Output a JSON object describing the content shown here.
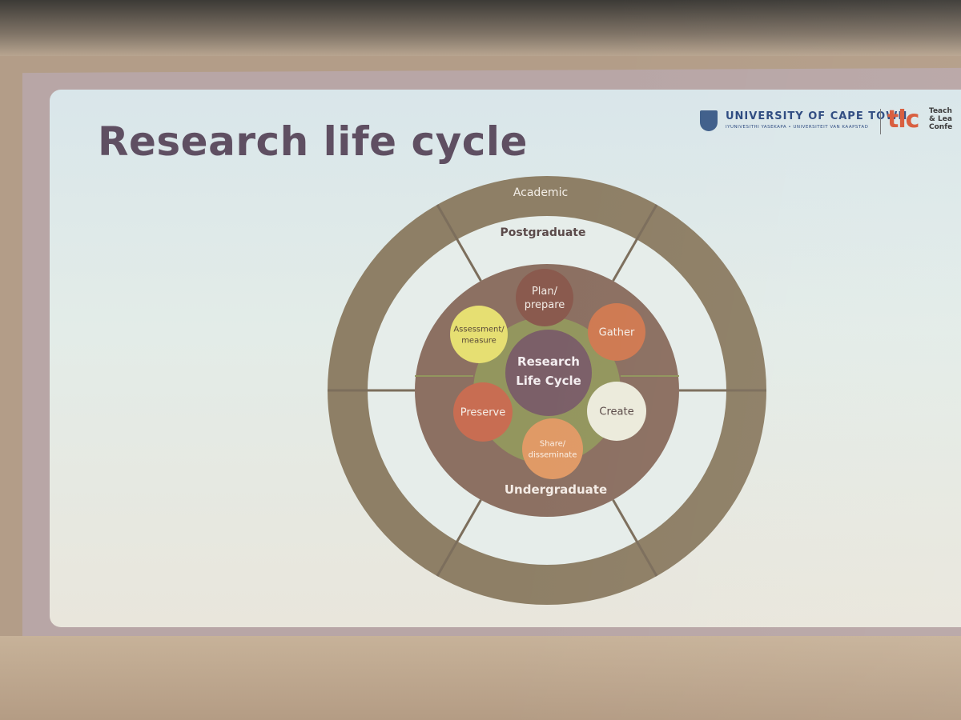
{
  "slide": {
    "title": "Research life cycle"
  },
  "logo": {
    "university": "UNIVERSITY OF CAPE TOWN",
    "university_sub": "IYUNIVESITHI YASEKAPA • UNIVERSITEIT VAN KAAPSTAD",
    "tlc": "tlc",
    "tlc_words": [
      "Teach",
      "& Lea",
      "Confe"
    ]
  },
  "diagram": {
    "outer_ring_label": "Academic",
    "middle_ring_label": "Postgraduate",
    "inner_ring_label": "Undergraduate",
    "center_label_line1": "Research",
    "center_label_line2": "Life Cycle",
    "stages": [
      {
        "lines": [
          "Plan/",
          "prepare"
        ],
        "color": "#8a5a4e",
        "text_color": "#f2ece6"
      },
      {
        "lines": [
          "Gather"
        ],
        "color": "#cf7a52",
        "text_color": "#f6efe8"
      },
      {
        "lines": [
          "Create"
        ],
        "color": "#ecebdc",
        "text_color": "#5a4a48"
      },
      {
        "lines": [
          "Share/",
          "disseminate"
        ],
        "color": "#e09a66",
        "text_color": "#fbf1e8"
      },
      {
        "lines": [
          "Preserve"
        ],
        "color": "#c86d52",
        "text_color": "#f6efe8"
      },
      {
        "lines": [
          "Assessment/",
          "measure"
        ],
        "color": "#e6df72",
        "text_color": "#5a4a3a"
      }
    ],
    "colors": {
      "outer_ring": "#8e7f66",
      "middle_ring": "#e6edea",
      "inner_ring": "#8c7062",
      "accent_ring": "#93965e",
      "center": "#7b5f68",
      "divider": "#7c6e5c"
    }
  }
}
